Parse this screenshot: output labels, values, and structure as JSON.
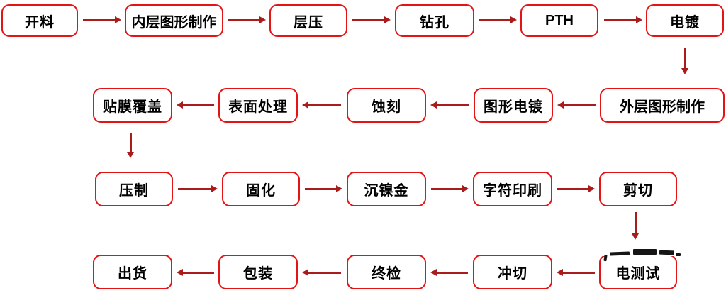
{
  "colors": {
    "box_border": "#e51414",
    "arrow": "#a81c1c",
    "text": "#000000",
    "background": "#ffffff"
  },
  "flow": {
    "rows": [
      {
        "direction": "right",
        "nodes": [
          {
            "label": "开料"
          },
          {
            "label": "内层图形制作"
          },
          {
            "label": "层压"
          },
          {
            "label": "钻孔"
          },
          {
            "label": "PTH"
          },
          {
            "label": "电镀"
          }
        ]
      },
      {
        "direction": "left",
        "nodes": [
          {
            "label": "贴膜覆盖"
          },
          {
            "label": "表面处理"
          },
          {
            "label": "蚀刻"
          },
          {
            "label": "图形电镀"
          },
          {
            "label": "外层图形制作"
          }
        ]
      },
      {
        "direction": "right",
        "nodes": [
          {
            "label": "压制"
          },
          {
            "label": "固化"
          },
          {
            "label": "沉镍金"
          },
          {
            "label": "字符印刷"
          },
          {
            "label": "剪切"
          }
        ]
      },
      {
        "direction": "left",
        "nodes": [
          {
            "label": "出货"
          },
          {
            "label": "包装"
          },
          {
            "label": "终检"
          },
          {
            "label": "冲切"
          },
          {
            "label": "电测试"
          }
        ]
      }
    ],
    "sequence": [
      "开料",
      "内层图形制作",
      "层压",
      "钻孔",
      "PTH",
      "电镀",
      "外层图形制作",
      "图形电镀",
      "蚀刻",
      "表面处理",
      "贴膜覆盖",
      "压制",
      "固化",
      "沉镍金",
      "字符印刷",
      "剪切",
      "电测试",
      "冲切",
      "终检",
      "包装",
      "出货"
    ]
  }
}
